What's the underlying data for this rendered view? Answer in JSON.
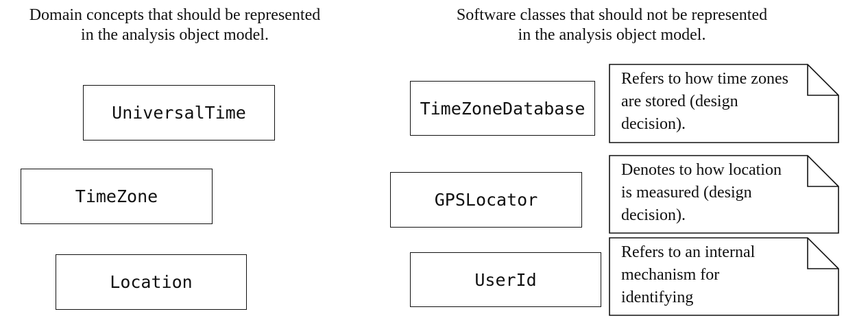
{
  "headings": {
    "left": "Domain concepts that should be represented\nin the analysis object model.",
    "right": "Software classes that should not be represented\nin the analysis object model."
  },
  "domain_classes": [
    {
      "name": "UniversalTime"
    },
    {
      "name": "TimeZone"
    },
    {
      "name": "Location"
    }
  ],
  "software_classes": [
    {
      "name": "TimeZoneDatabase",
      "note": "Refers to how time zones\nare stored (design\ndecision)."
    },
    {
      "name": "GPSLocator",
      "note": "Denotes to how location\nis measured (design\ndecision)."
    },
    {
      "name": "UserId",
      "note": "Refers to an internal\nmechanism for\nidentifying"
    }
  ]
}
